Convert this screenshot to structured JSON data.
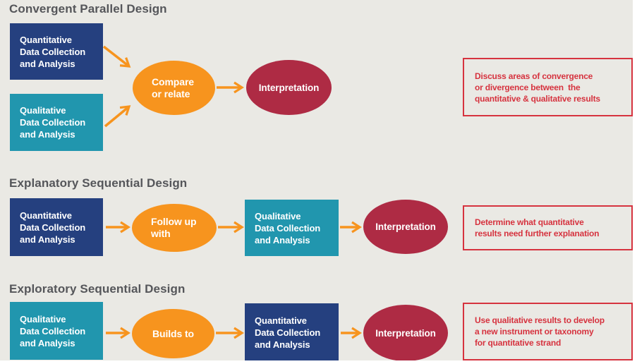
{
  "colors": {
    "background": "#eae9e4",
    "heading": "#55565a",
    "navy": "#25407f",
    "teal": "#2196ae",
    "orange": "#f7941e",
    "crimson": "#ae2b44",
    "note-red": "#d6333f"
  },
  "sections": [
    {
      "title": "Convergent Parallel Design",
      "inputs": [
        {
          "type": "quantitative",
          "label": "Quantitative\nData Collection\nand Analysis"
        },
        {
          "type": "qualitative",
          "label": "Qualitative\nData Collection\nand Analysis"
        }
      ],
      "process_label": "Compare\nor relate",
      "interpretation_label": "Interpretation",
      "note": "Discuss areas of convergence\nor divergence between  the\nquantitative & qualitative results"
    },
    {
      "title": "Explanatory Sequential Design",
      "step1_label": "Quantitative\nData Collection\nand Analysis",
      "process_label": "Follow up\nwith",
      "step2_label": "Qualitative\nData Collection\nand Analysis",
      "interpretation_label": "Interpretation",
      "note": "Determine what quantitative\nresults need further explanation"
    },
    {
      "title": "Exploratory Sequential Design",
      "step1_label": "Qualitative\nData Collection\nand Analysis",
      "process_label": "Builds to",
      "step2_label": "Quantitative\nData Collection\nand Analysis",
      "interpretation_label": "Interpretation",
      "note": "Use qualitative results to develop\na new instrument or taxonomy\nfor quantitative strand"
    }
  ]
}
